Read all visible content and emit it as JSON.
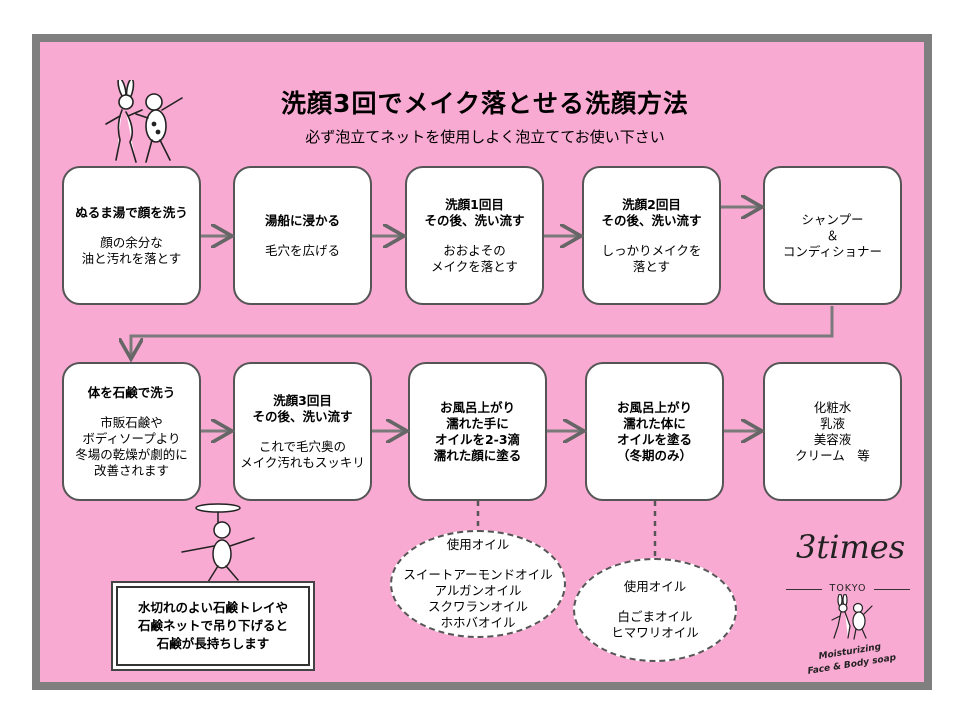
{
  "title": "洗顔3回でメイク落とせる洗顔方法",
  "subtitle": "必ず泡立てネットを使用しよく泡立ててお使い下さい",
  "row1": [
    {
      "bold": [
        "ぬるま湯で顔を洗う"
      ],
      "text": [
        "顔の余分な",
        "油と汚れを落とす"
      ]
    },
    {
      "bold": [
        "湯船に浸かる"
      ],
      "text": [
        "毛穴を広げる"
      ]
    },
    {
      "bold": [
        "洗顔1回目",
        "その後、洗い流す"
      ],
      "text": [
        "おおよその",
        "メイクを落とす"
      ]
    },
    {
      "bold": [
        "洗顔2回目",
        "その後、洗い流す"
      ],
      "text": [
        "しっかりメイクを",
        "落とす"
      ]
    },
    {
      "bold": [],
      "text": [
        "シャンプー",
        "＆",
        "コンディショナー"
      ]
    }
  ],
  "row2": [
    {
      "bold": [
        "体を石鹸で洗う"
      ],
      "text": [
        "市販石鹸や",
        "ボディソープより",
        "冬場の乾燥が劇的に",
        "改善されます"
      ]
    },
    {
      "bold": [
        "洗顔3回目",
        "その後、洗い流す"
      ],
      "text": [
        "これで毛穴奥の",
        "メイク汚れもスッキリ"
      ]
    },
    {
      "bold": [
        "お風呂上がり",
        "濡れた手に",
        "オイルを2-3滴",
        "濡れた顔に塗る"
      ],
      "text": []
    },
    {
      "bold": [
        "お風呂上がり",
        "濡れた体に",
        "オイルを塗る",
        "（冬期のみ）"
      ],
      "text": []
    },
    {
      "bold": [],
      "text": [
        "化粧水",
        "乳液",
        "美容液",
        "クリーム　等"
      ]
    }
  ],
  "oil_face": {
    "heading": "使用オイル",
    "items": [
      "スイートアーモンドオイル",
      "アルガンオイル",
      "スクワランオイル",
      "ホホバオイル"
    ]
  },
  "oil_body": {
    "heading": "使用オイル",
    "items": [
      "白ごまオイル",
      "ヒマワリオイル"
    ]
  },
  "note": [
    "水切れのよい石鹸トレイや",
    "石鹸ネットで吊り下げると",
    "石鹸が長持ちします"
  ],
  "logo": {
    "word": "3times",
    "city": "TOKYO",
    "tagline": [
      "Moisturizing",
      "Face & Body soap"
    ]
  },
  "colors": {
    "background": "#f9aad2",
    "frame": "#7f7f7f",
    "box_border": "#555555"
  }
}
